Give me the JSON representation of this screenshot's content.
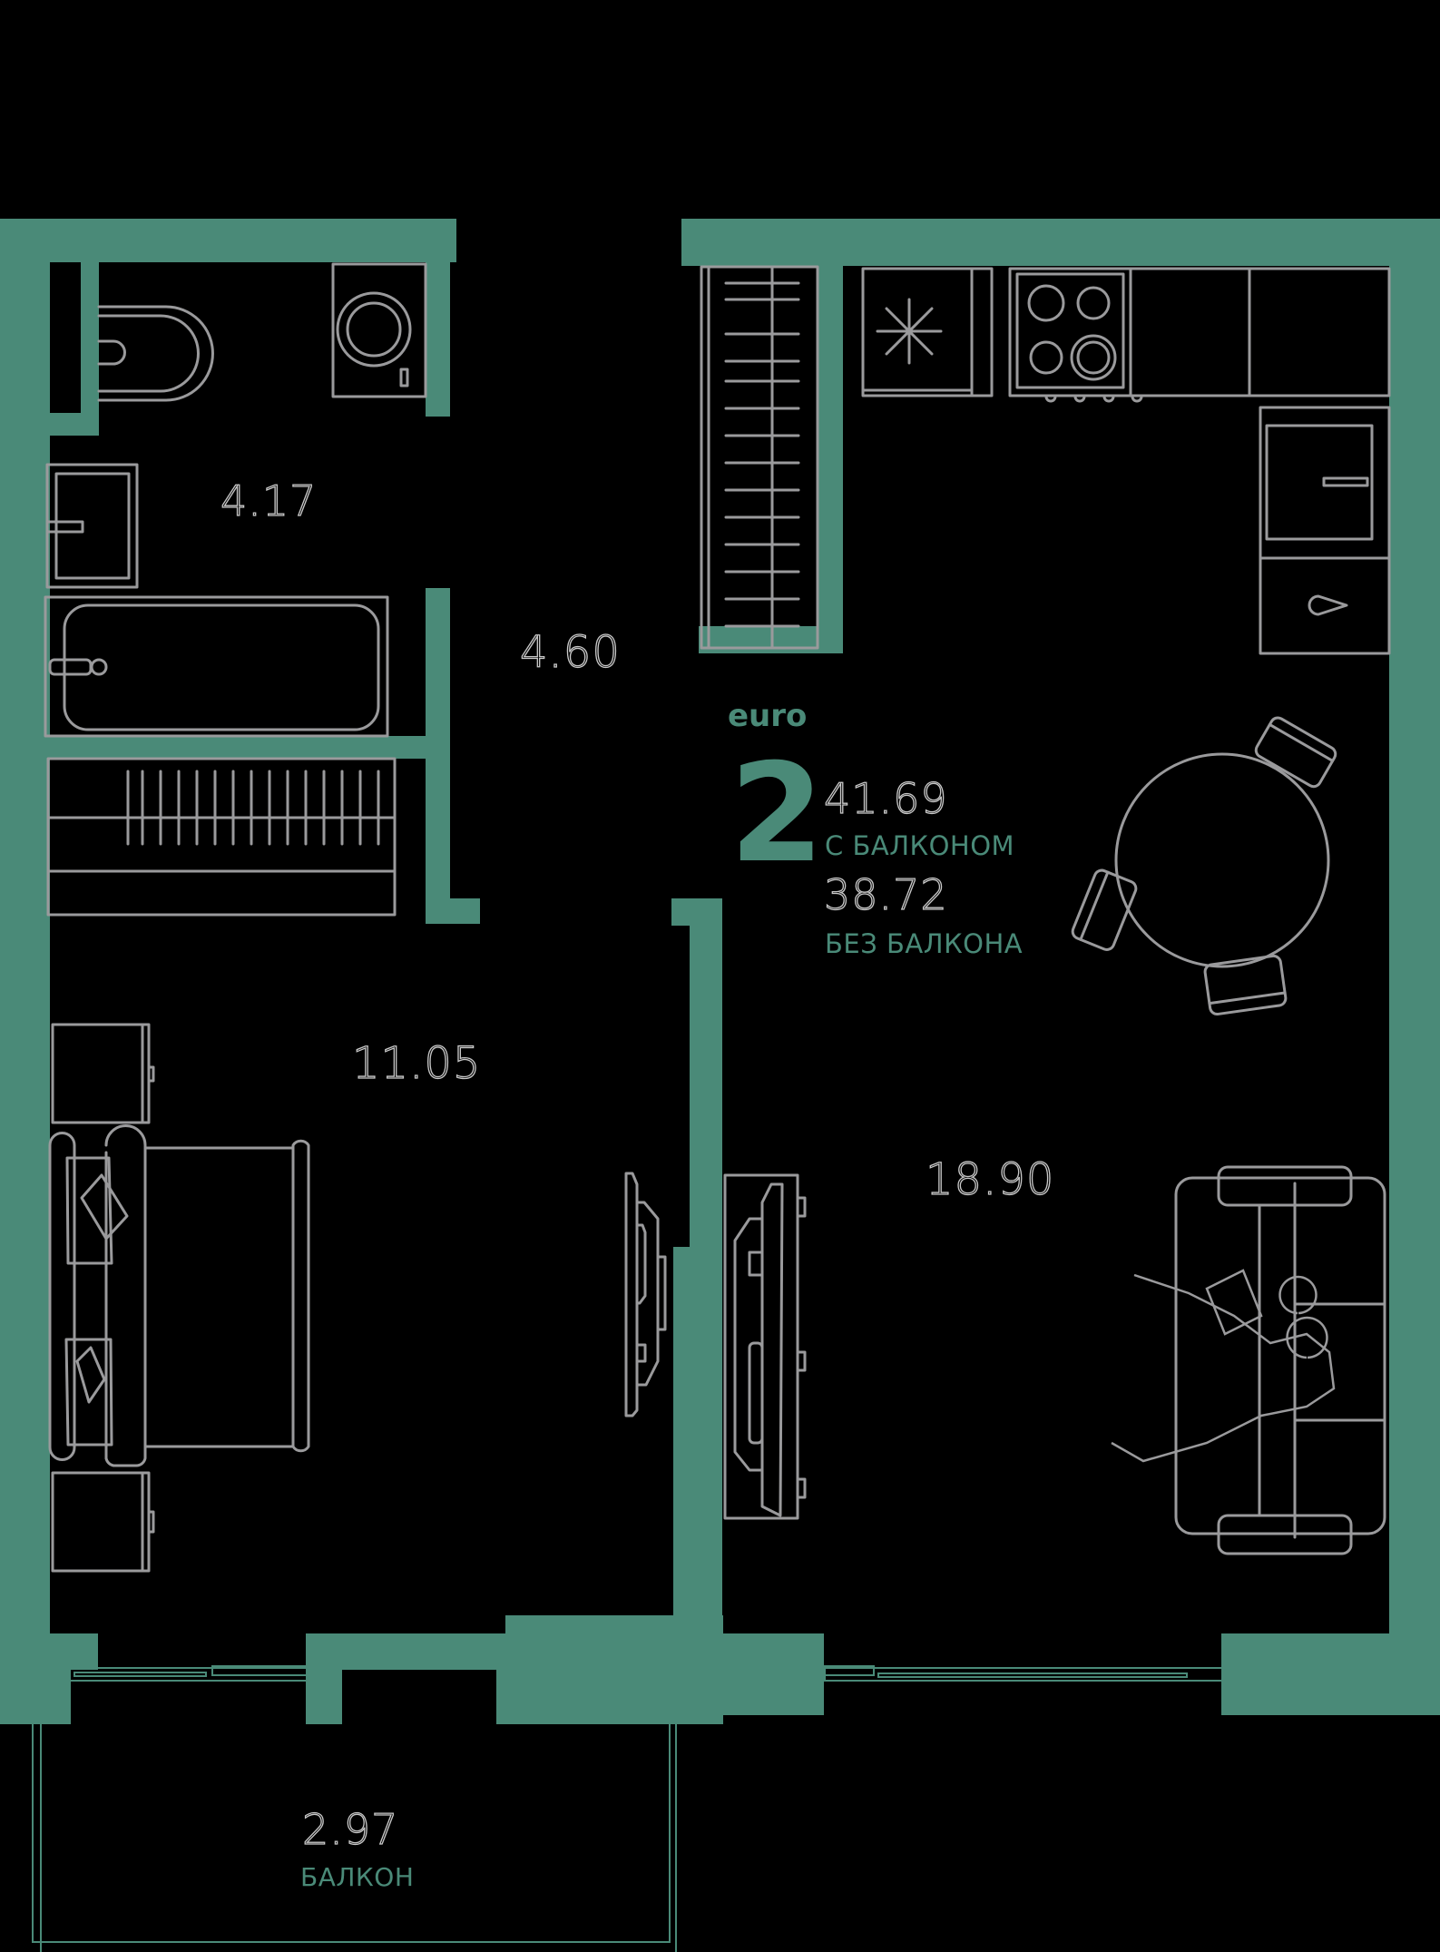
{
  "plan": {
    "type_label": "euro",
    "rooms_count": "2",
    "total_with_balcony": "41.69",
    "total_with_balcony_caption": "С БАЛКОНОМ",
    "total_without_balcony": "38.72",
    "total_without_balcony_caption": "БЕЗ БАЛКОНА",
    "colors": {
      "wall": "#4a8a78",
      "furniture_line": "#9a9a9c",
      "background": "#000000"
    }
  },
  "rooms": {
    "bathroom": {
      "area": "4.17",
      "icons": [
        "toilet-icon",
        "washing-machine-icon",
        "sink-icon",
        "bathtub-icon",
        "towel-radiator-icon"
      ]
    },
    "hallway": {
      "area": "4.60",
      "icons": [
        "wardrobe-icon"
      ]
    },
    "bedroom": {
      "area": "11.05",
      "icons": [
        "bed-icon",
        "nightstand-icon",
        "tv-icon"
      ]
    },
    "kitchen_living": {
      "area": "18.90",
      "icons": [
        "fridge-icon",
        "stove-icon",
        "oven-icon",
        "kitchen-sink-icon",
        "dining-table-icon",
        "sofa-icon",
        "tv-icon"
      ]
    },
    "balcony": {
      "area": "2.97",
      "caption": "БАЛКОН"
    }
  }
}
